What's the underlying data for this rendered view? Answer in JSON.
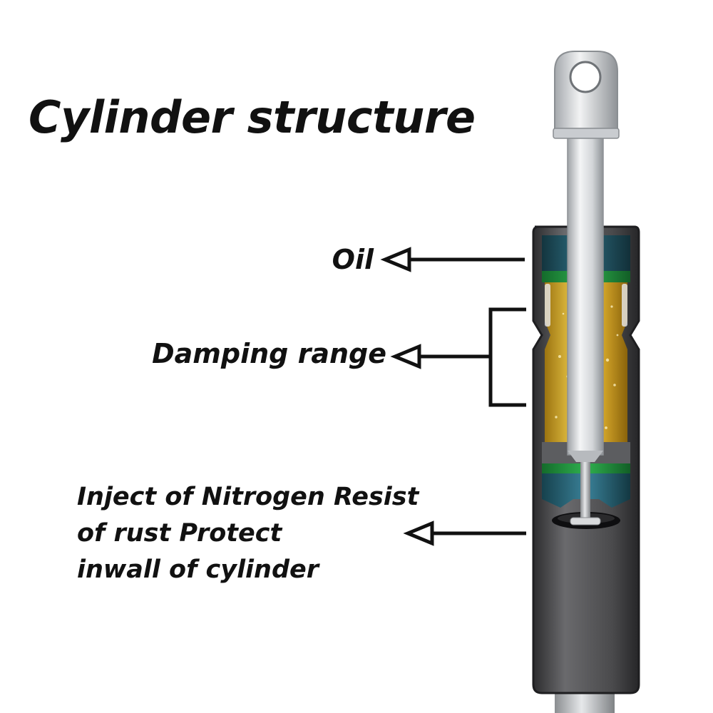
{
  "title": "Cylinder structure",
  "labels": {
    "oil": "Oil",
    "damping_range": "Damping range",
    "nitrogen_line1": "Inject of Nitrogen Resist",
    "nitrogen_line2": "of rust Protect",
    "nitrogen_line3": "inwall of cylinder"
  },
  "colors": {
    "text": "#111111",
    "oil": "#1f5363",
    "seal": "#1f8a3a",
    "damping_fluid": "#d7ad2a",
    "cylinder": "#4b4b4d",
    "rod": "#d7d9db"
  }
}
